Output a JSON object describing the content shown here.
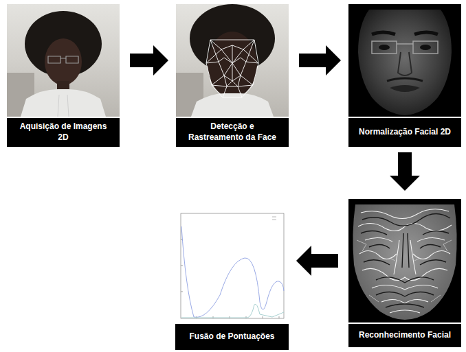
{
  "diagram": {
    "nodes": [
      {
        "text": [
          "Aquisição de Imagens 2D"
        ]
      },
      {
        "text": [
          "Detecção e Rastreamento da Face"
        ]
      },
      {
        "text": [
          "Normalização Facial 2D"
        ]
      },
      {
        "text": [
          "Reconhecimento Facial"
        ]
      },
      {
        "text": [
          "Fusão de Pontuações"
        ]
      }
    ],
    "edges": [
      {
        "from": 0,
        "to": 1,
        "arrow": "to"
      },
      {
        "from": 1,
        "to": 2,
        "arrow": "to"
      },
      {
        "from": 2,
        "to": 3,
        "arrow": "to"
      },
      {
        "from": 3,
        "to": 4,
        "arrow": "to"
      }
    ]
  }
}
